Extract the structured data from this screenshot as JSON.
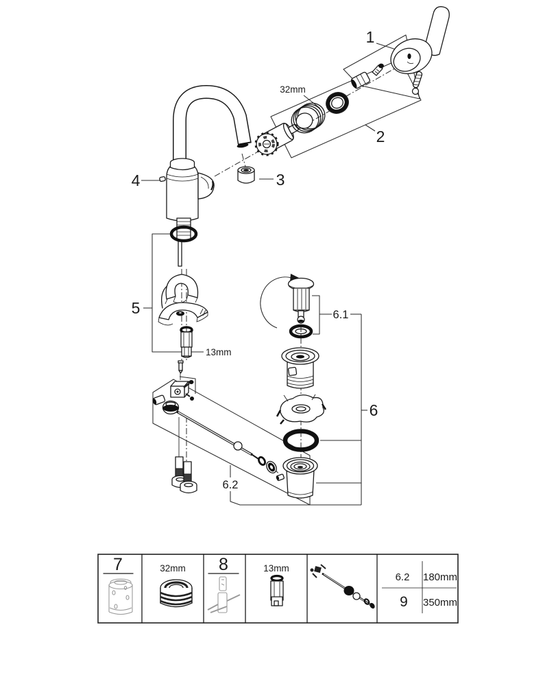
{
  "diagram": {
    "callout_1": "1",
    "callout_2": "2",
    "callout_3": "3",
    "callout_4": "4",
    "callout_5": "5",
    "callout_6": "6",
    "callout_6_1": "6.1",
    "callout_6_2": "6.2",
    "dim_cartridge_ring": "32mm",
    "dim_mounting_sleeve": "13mm"
  },
  "parts_table": {
    "tool_7_label": "7",
    "tool_32_label": "32mm",
    "tool_8_label": "8",
    "tool_13_label": "13mm",
    "spec_rows": [
      {
        "ref": "6.2",
        "value": "180mm"
      },
      {
        "ref": "9",
        "value": "350mm"
      }
    ]
  },
  "colors": {
    "ink": "#1a1a1a",
    "light_ink": "#9a9a9a",
    "paper": "#ffffff"
  }
}
